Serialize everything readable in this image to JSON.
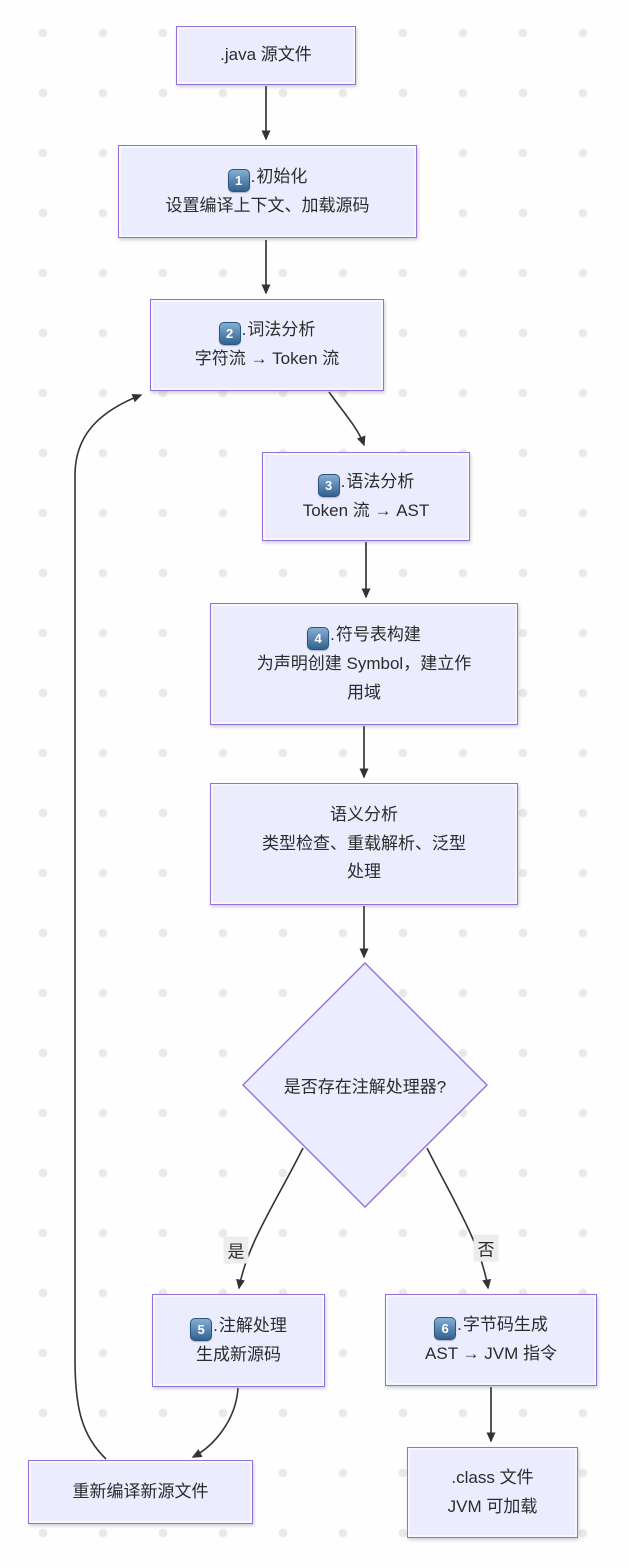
{
  "colors": {
    "node_fill": "#ECECFF",
    "node_border": "#9370DB",
    "edge_stroke": "#333333",
    "edge_label_bg": "#ececec",
    "text": "#2b2b2b",
    "badge_top": "#85AED3",
    "badge_bottom": "#31628F",
    "badge_border": "#2A567E",
    "dot_grid": "#e9e9e9",
    "canvas_bg": "#fefefe"
  },
  "glyphs": {
    "dot": "."
  },
  "nodes": {
    "java_source": {
      "label": ".java 源文件"
    },
    "init": {
      "num": "1",
      "title": "初始化",
      "subtitle": "设置编译上下文、加载源码"
    },
    "lexical": {
      "num": "2",
      "title": "词法分析",
      "subtitle": "字符流 → Token 流"
    },
    "syntax": {
      "num": "3",
      "title": "语法分析",
      "subtitle": "Token 流 → AST"
    },
    "symbol_table": {
      "num": "4",
      "title": "符号表构建",
      "subtitle": "为声明创建 Symbol，建立作用域"
    },
    "semantic": {
      "title": "语义分析",
      "subtitle": "类型检查、重载解析、泛型处理"
    },
    "decision": {
      "label": "是否存在注解处理器?"
    },
    "annotation": {
      "num": "5",
      "title": "注解处理",
      "subtitle": "生成新源码"
    },
    "bytecode": {
      "num": "6",
      "title": "字节码生成",
      "subtitle": "AST → JVM 指令"
    },
    "recompile": {
      "label": "重新编译新源文件"
    },
    "class_file": {
      "title": ".class 文件",
      "subtitle": "JVM 可加载"
    }
  },
  "edge_labels": {
    "yes": "是",
    "no": "否"
  }
}
